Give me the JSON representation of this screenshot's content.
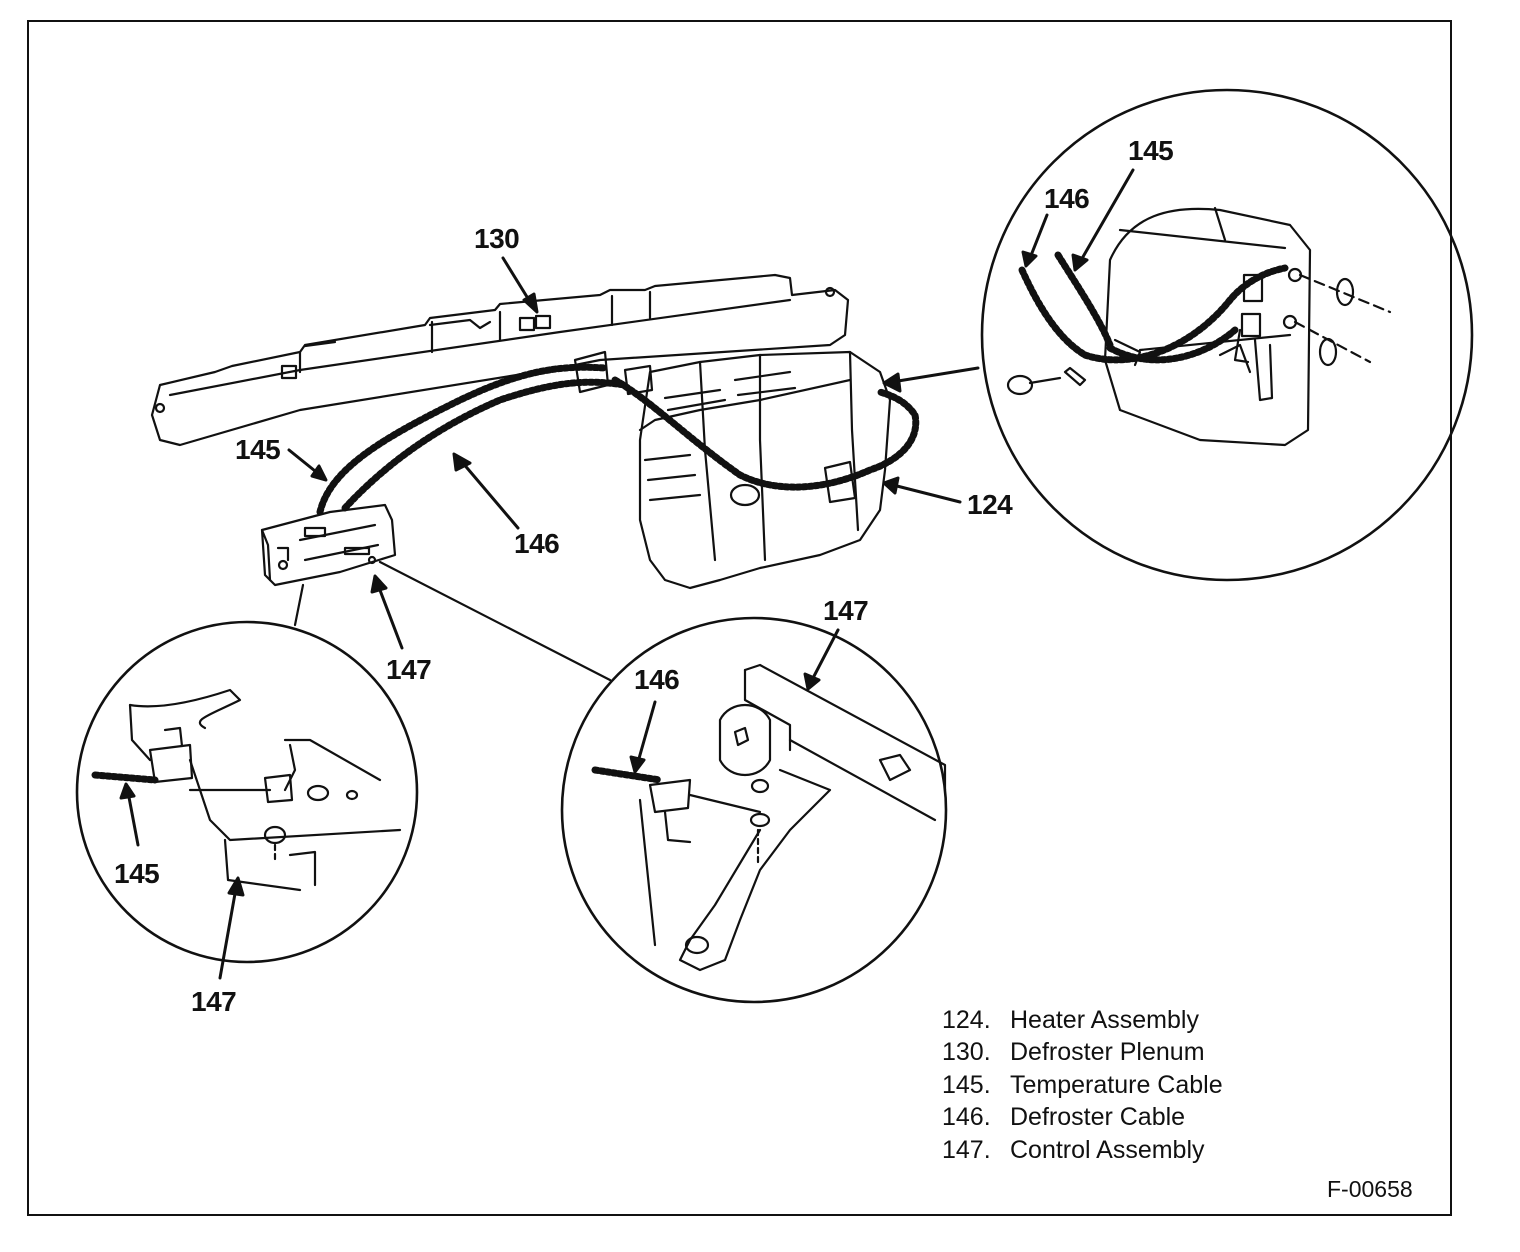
{
  "diagram": {
    "callouts": {
      "c130": "130",
      "c145_main": "145",
      "c146_main": "146",
      "c124_main": "124",
      "c147_main": "147",
      "c145_topright": "145",
      "c146_topright": "146",
      "c145_left": "145",
      "c147_left": "147",
      "c146_bottom": "146",
      "c147_bottom": "147"
    },
    "legend": [
      {
        "number": "124.",
        "label": "Heater Assembly"
      },
      {
        "number": "130.",
        "label": "Defroster Plenum"
      },
      {
        "number": "145.",
        "label": "Temperature Cable"
      },
      {
        "number": "146.",
        "label": "Defroster Cable"
      },
      {
        "number": "147.",
        "label": "Control Assembly"
      }
    ],
    "figure_id": "F-00658"
  }
}
